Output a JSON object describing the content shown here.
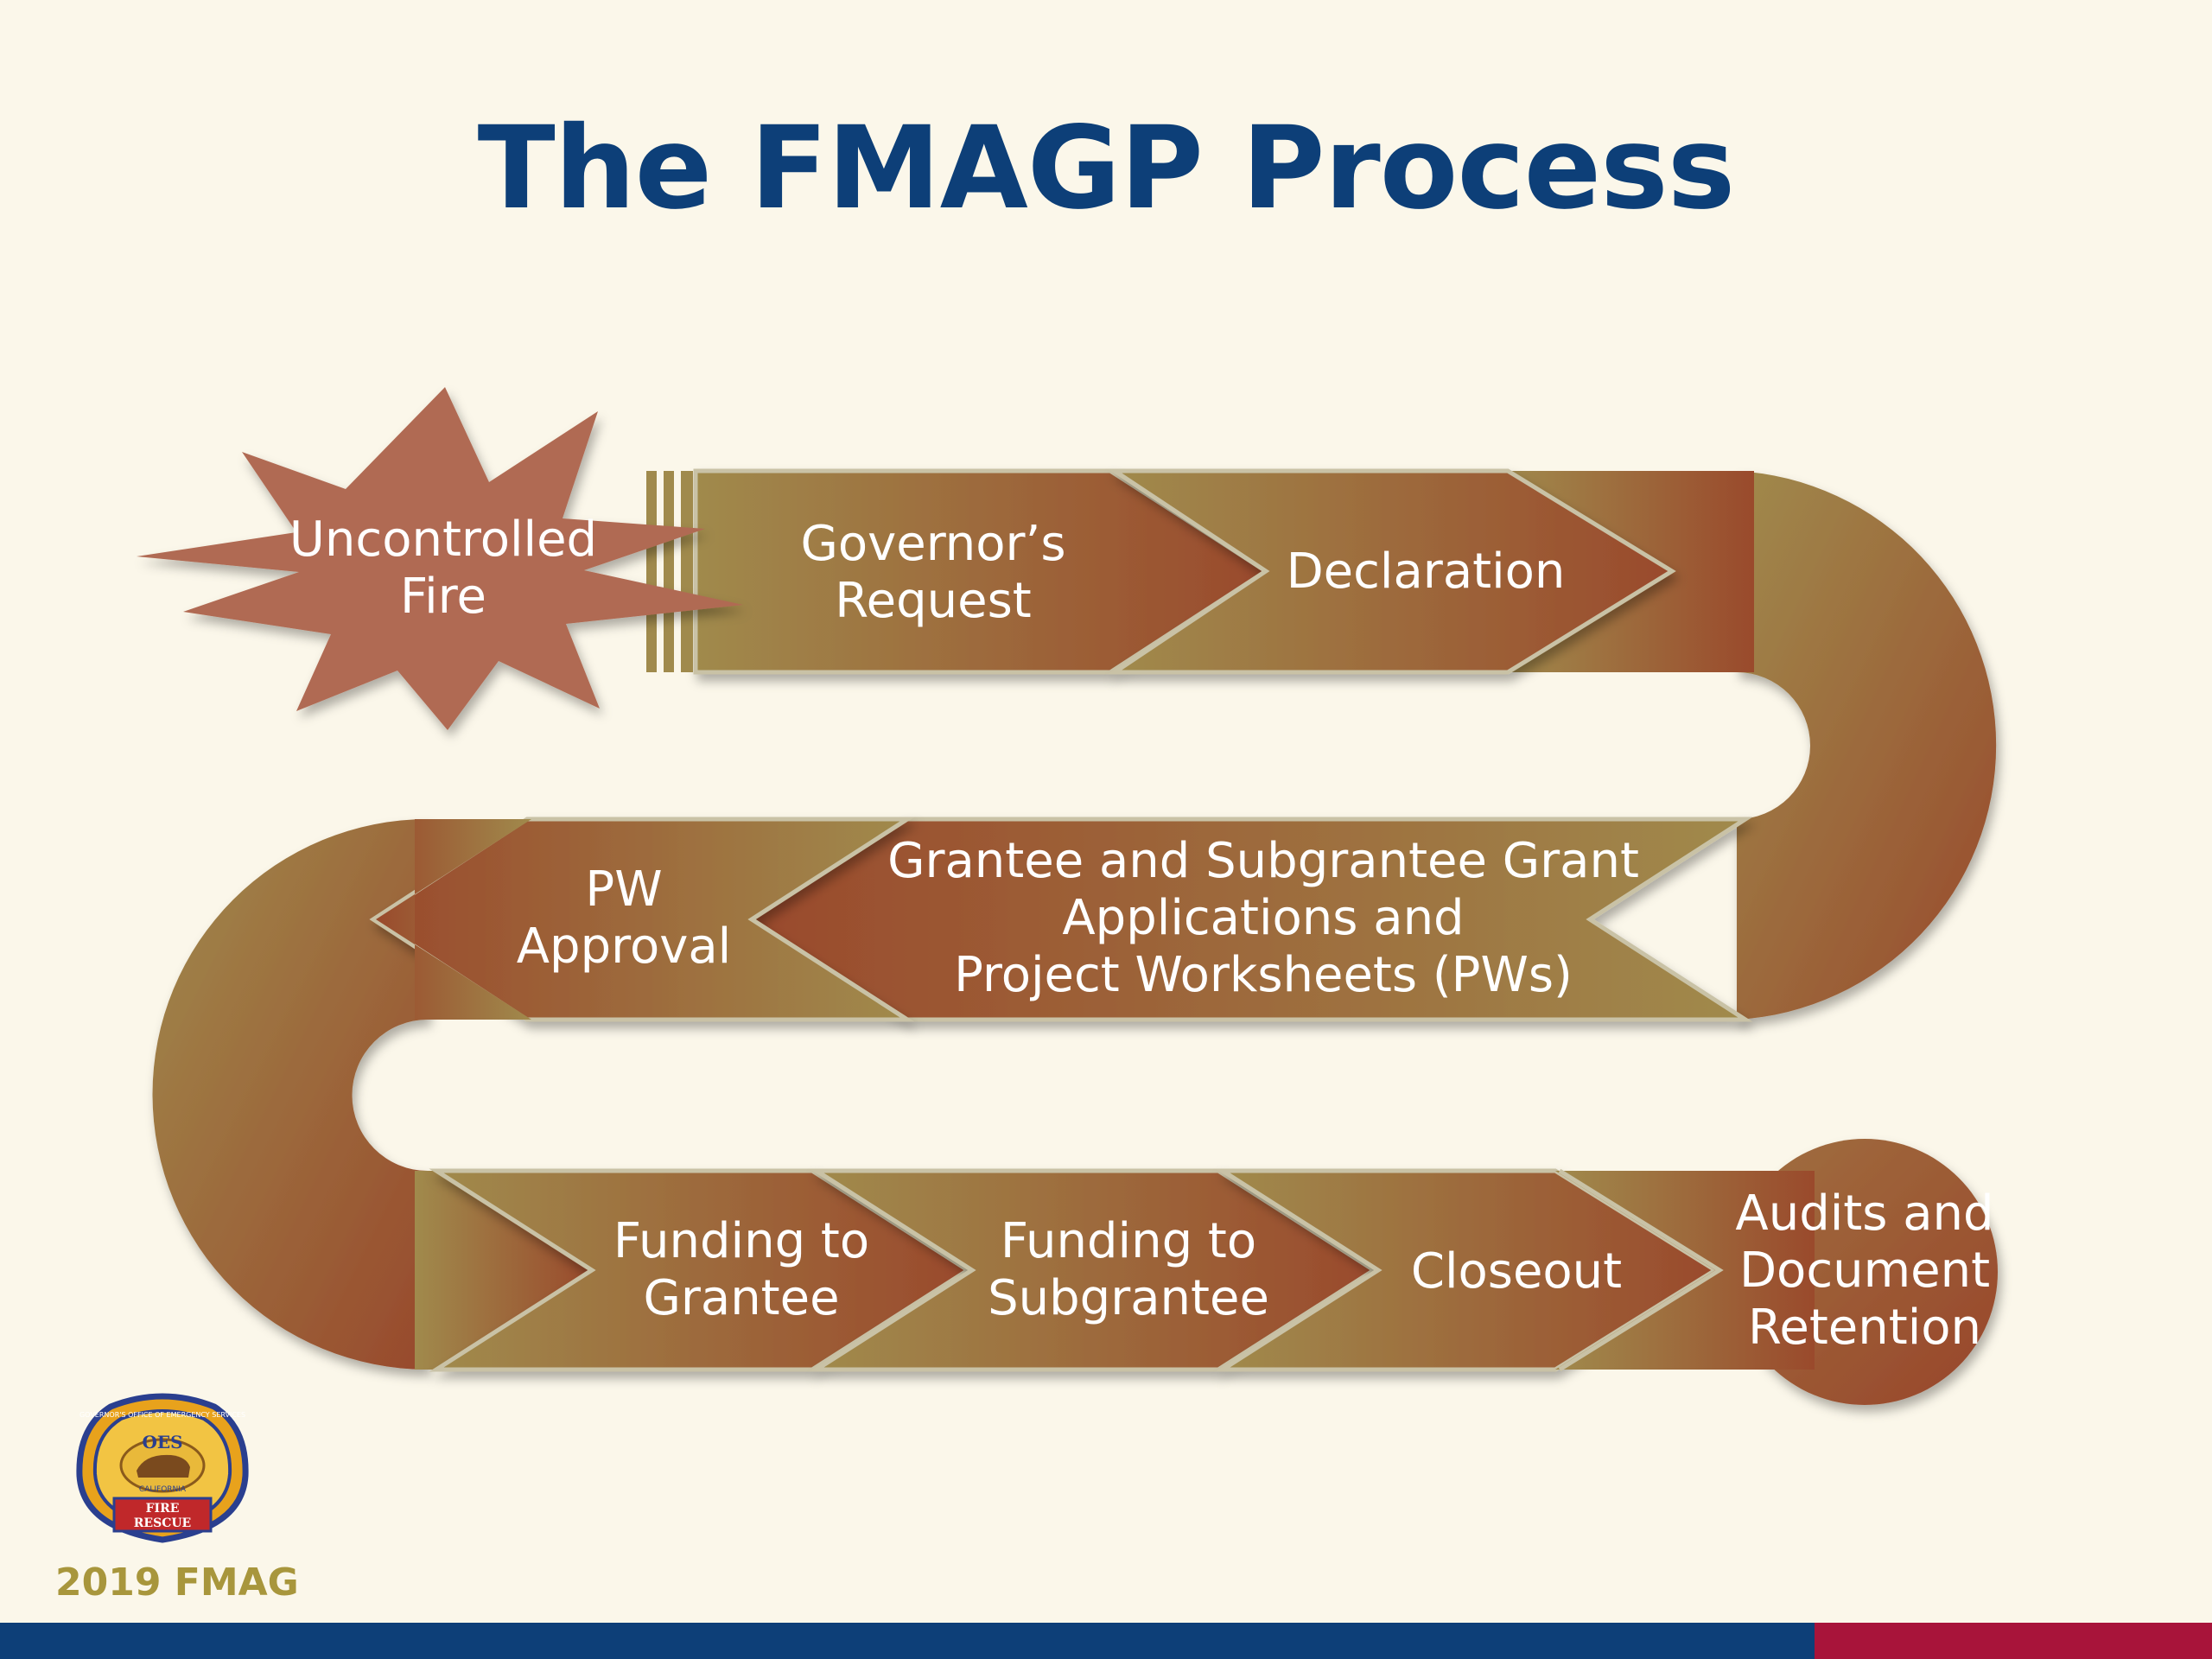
{
  "slide": {
    "title": "The FMAGP Process",
    "footer": "2019 FMAG"
  },
  "logo": {
    "icon": "oes-fire-rescue-badge-icon",
    "ring_text": "GOVERNOR'S OFFICE OF EMERGENCY SERVICES",
    "center_text": "OES",
    "state_text": "CALIFORNIA",
    "banner_text": [
      "FIRE",
      "RESCUE"
    ]
  },
  "process": {
    "start": {
      "icon": "starburst-icon",
      "lines": [
        "Uncontrolled",
        "Fire"
      ]
    },
    "steps": [
      {
        "id": "governors-request",
        "lines": [
          "Governor’s",
          "Request"
        ]
      },
      {
        "id": "declaration",
        "lines": [
          "Declaration"
        ]
      },
      {
        "id": "grant-applications",
        "lines": [
          "Grantee and Subgrantee Grant",
          "Applications and",
          "Project Worksheets (PWs)"
        ]
      },
      {
        "id": "pw-approval",
        "lines": [
          "PW",
          "Approval"
        ]
      },
      {
        "id": "funding-to-grantee",
        "lines": [
          "Funding to",
          "Grantee"
        ]
      },
      {
        "id": "funding-to-subgrantee",
        "lines": [
          "Funding to",
          "Subgrantee"
        ]
      },
      {
        "id": "closeout",
        "lines": [
          "Closeout"
        ]
      },
      {
        "id": "audits",
        "lines": [
          "Audits and",
          "Document",
          "Retention"
        ]
      }
    ]
  },
  "colors": {
    "title": "#0d3f78",
    "path_light": "#9c8348",
    "path_dark": "#9a4d2e",
    "arrow_edge": "#c9c2a6",
    "burst": "#b06a52",
    "footer_text": "#a8963c",
    "bar_blue": "#0d3f78",
    "bar_red": "#a8143a"
  }
}
